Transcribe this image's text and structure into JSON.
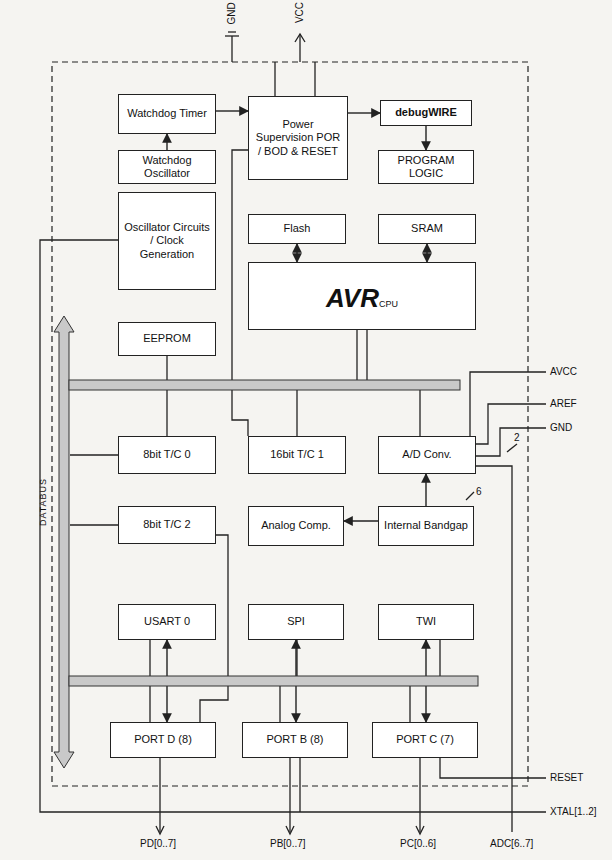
{
  "diagram": {
    "nodes": [
      {
        "text": [
          "Watchdog Timer"
        ]
      },
      {
        "text": [
          "Watchdog Oscillator"
        ]
      },
      {
        "text": [
          "Oscillator Circuits / Clock Generation"
        ]
      },
      {
        "text": [
          "Power Supervision POR / BOD & RESET"
        ]
      },
      {
        "text": [
          "debugWIRE"
        ]
      },
      {
        "text": [
          "PROGRAM LOGIC"
        ]
      },
      {
        "text": [
          "Flash"
        ]
      },
      {
        "text": [
          "SRAM"
        ]
      },
      {
        "text": [
          "AVR",
          "CPU"
        ]
      },
      {
        "text": [
          "EEPROM"
        ]
      },
      {
        "text": [
          "8bit T/C 0"
        ]
      },
      {
        "text": [
          "16bit T/C 1"
        ]
      },
      {
        "text": [
          "A/D Conv."
        ]
      },
      {
        "text": [
          "8bit T/C 2"
        ]
      },
      {
        "text": [
          "Analog Comp."
        ]
      },
      {
        "text": [
          "Internal Bandgap"
        ]
      },
      {
        "text": [
          "USART 0"
        ]
      },
      {
        "text": [
          "SPI"
        ]
      },
      {
        "text": [
          "TWI"
        ]
      },
      {
        "text": [
          "PORT D (8)"
        ]
      },
      {
        "text": [
          "PORT B (8)"
        ]
      },
      {
        "text": [
          "PORT C (7)"
        ]
      }
    ],
    "edges": [
      {
        "from": 1,
        "to": 0,
        "arrow": "to"
      },
      {
        "from": 0,
        "to": 3,
        "arrow": "to"
      },
      {
        "from": 3,
        "to": 4,
        "arrow": "to"
      },
      {
        "from": 4,
        "to": 5,
        "arrow": "to"
      },
      {
        "from": 6,
        "to": 8,
        "arrow": "both"
      },
      {
        "from": 7,
        "to": 8,
        "arrow": "both"
      },
      {
        "from": 15,
        "to": 12,
        "arrow": "to"
      },
      {
        "from": 15,
        "to": 14,
        "arrow": "to"
      },
      {
        "from": 16,
        "to": 19,
        "arrow": "both"
      },
      {
        "from": 17,
        "to": 20,
        "arrow": "both"
      },
      {
        "from": 18,
        "to": 21,
        "arrow": "both"
      }
    ],
    "labels": [
      "GND",
      "VCC",
      "AVCC",
      "AREF",
      "GND",
      "DATABUS",
      "2",
      "6",
      "RESET",
      "XTAL[1..2]",
      "PD[0..7]",
      "PB[0..7]",
      "PC[0..6]",
      "ADC[6..7]"
    ]
  }
}
